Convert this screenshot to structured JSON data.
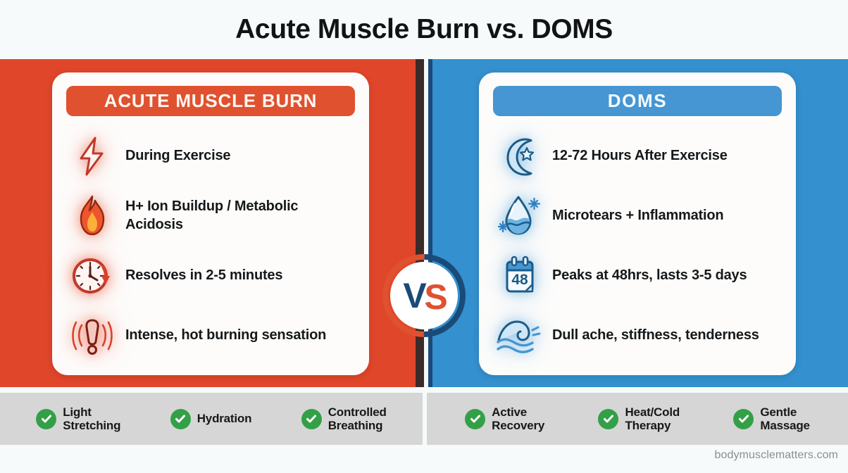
{
  "title": "Acute Muscle Burn vs. DOMS",
  "colors": {
    "left_panel": "#e0462a",
    "right_panel": "#3490ce",
    "left_badge": "#e0512f",
    "right_badge": "#4596d2",
    "divider_dark": "#3b2b28",
    "divider_navy": "#1a4b78",
    "footer_band": "#d6d6d6",
    "check_green": "#33a047",
    "page_background": "#f7fafb",
    "vs_v_color": "#1a4b78",
    "vs_s_color": "#e0512f"
  },
  "center_badge": {
    "label": "VS",
    "v_text": "V",
    "s_text": "S"
  },
  "left": {
    "heading": "ACUTE MUSCLE BURN",
    "features": [
      {
        "icon": "lightning-bolt-icon",
        "text": "During Exercise"
      },
      {
        "icon": "flame-icon",
        "text": "H+ Ion Buildup /\nMetabolic Acidosis"
      },
      {
        "icon": "clock-arrow-icon",
        "text": "Resolves in 2-5 minutes"
      },
      {
        "icon": "exclamation-vibration-icon",
        "text": "Intense, hot burning\nsensation"
      }
    ],
    "tips": [
      {
        "icon": "check-circle-icon",
        "text": "Light\nStretching"
      },
      {
        "icon": "check-circle-icon",
        "text": "Hydration"
      },
      {
        "icon": "check-circle-icon",
        "text": "Controlled\nBreathing"
      }
    ]
  },
  "right": {
    "heading": "DOMS",
    "features": [
      {
        "icon": "moon-star-icon",
        "text": "12-72 Hours After\nExercise"
      },
      {
        "icon": "water-drop-icon",
        "text": "Microtears +\nInflammation"
      },
      {
        "icon": "calendar-48-icon",
        "text": "Peaks at 48hrs,\nlasts 3-5 days"
      },
      {
        "icon": "wave-icon",
        "text": "Dull ache, stiffness,\ntenderness"
      }
    ],
    "tips": [
      {
        "icon": "check-circle-icon",
        "text": "Active\nRecovery"
      },
      {
        "icon": "check-circle-icon",
        "text": "Heat/Cold\nTherapy"
      },
      {
        "icon": "check-circle-icon",
        "text": "Gentle\nMassage"
      }
    ]
  },
  "calendar_icon_number": "48",
  "watermark": "bodymusclematters.com"
}
